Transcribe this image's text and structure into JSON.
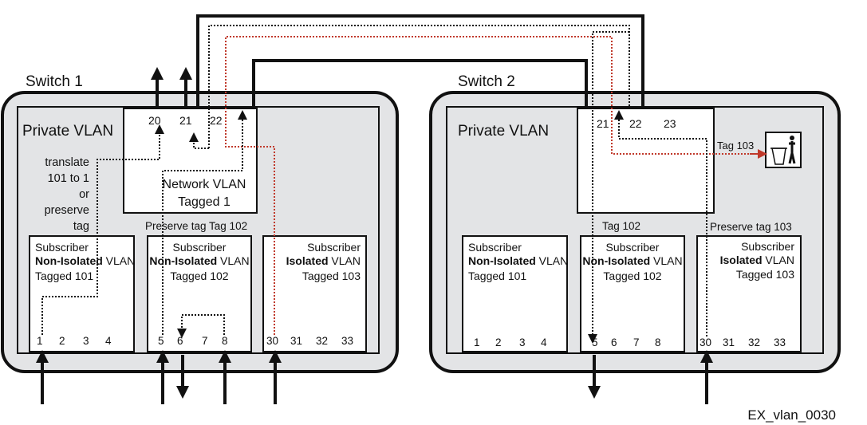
{
  "switch1": {
    "title": "Switch 1",
    "pvlan_label": "Private VLAN",
    "translate_note": [
      "translate",
      "101 to 1",
      "or",
      "preserve",
      "tag"
    ],
    "network_vlan": [
      "Network VLAN",
      "Tagged 1"
    ],
    "uplink_ports": [
      "20",
      "21",
      "22"
    ],
    "preserve_note": "Preserve tag Tag 102",
    "subscribers": [
      {
        "line1": "Subscriber",
        "line2_bold": "Non-Isolated",
        "line2_rest": " VLAN",
        "line3": "Tagged 101",
        "ports": [
          "1",
          "2",
          "3",
          "4"
        ]
      },
      {
        "line1": "Subscriber",
        "line2_bold": "Non-Isolated",
        "line2_rest": " VLAN",
        "line3": "Tagged 102",
        "ports": [
          "5",
          "6",
          "7",
          "8"
        ]
      },
      {
        "line1": "Subscriber",
        "line2_bold": "Isolated",
        "line2_rest": " VLAN",
        "line3": "Tagged 103",
        "ports": [
          "30",
          "31",
          "32",
          "33"
        ]
      }
    ]
  },
  "switch2": {
    "title": "Switch 2",
    "pvlan_label": "Private VLAN",
    "uplink_ports": [
      "21",
      "22",
      "23"
    ],
    "tag103_label": "Tag 103",
    "tag102_label": "Tag 102",
    "preserve_note": "Preserve tag 103",
    "subscribers": [
      {
        "line1": "Subscriber",
        "line2_bold": "Non-Isolated",
        "line2_rest": " VLAN",
        "line3": "Tagged 101",
        "ports": [
          "1",
          "2",
          "3",
          "4"
        ]
      },
      {
        "line1": "Subscriber",
        "line2_bold": "Non-Isolated",
        "line2_rest": " VLAN",
        "line3": "Tagged 102",
        "ports": [
          "5",
          "6",
          "7",
          "8"
        ]
      },
      {
        "line1": "Subscriber",
        "line2_bold": "Isolated",
        "line2_rest": " VLAN",
        "line3": "Tagged 103",
        "ports": [
          "30",
          "31",
          "32",
          "33"
        ]
      }
    ]
  },
  "figure_id": "EX_vlan_0030",
  "colors": {
    "red_path": "#c0392b",
    "switch_fill": "#e3e4e6",
    "line": "#111111"
  },
  "icons": {
    "discard": "trash-can-icon"
  }
}
